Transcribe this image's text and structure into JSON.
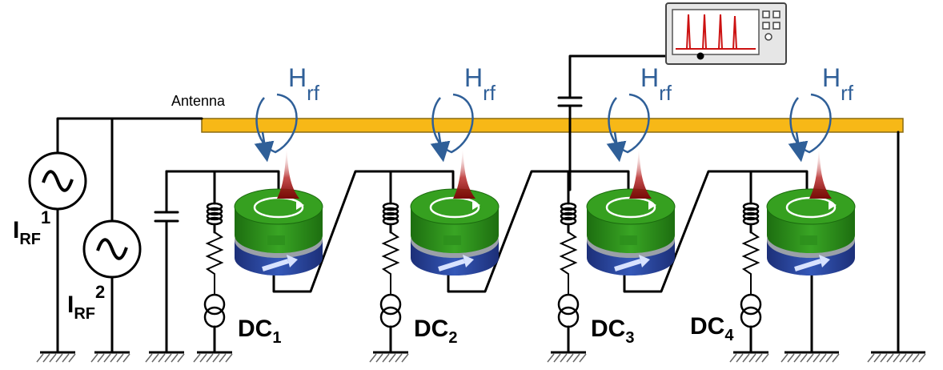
{
  "labels": {
    "antenna": "Antenna",
    "h_main": "H",
    "h_sub": "rf",
    "irf_main": "I",
    "irf_sub": "RF",
    "irf1_sup": "1",
    "irf2_sup": "2",
    "dc_main": "DC",
    "dc_subs": [
      "1",
      "2",
      "3",
      "4"
    ]
  },
  "colors": {
    "antenna": "#f7b817",
    "antenna_edge": "#8a6a10",
    "field": "#2f5f98",
    "disk_top": "#2f8d1e",
    "disk_side": "#1f7a12",
    "spacer": "#9aa0a8",
    "base": "#2a45a0",
    "beam": "#8b1010",
    "spectrum": "#cc1111"
  },
  "icons": [
    "sine-source-icon",
    "current-source-icon",
    "spectrum-analyzer-icon",
    "ground-icon",
    "inductor-icon",
    "resistor-icon",
    "capacitor-icon",
    "oscillator-disk-icon"
  ]
}
